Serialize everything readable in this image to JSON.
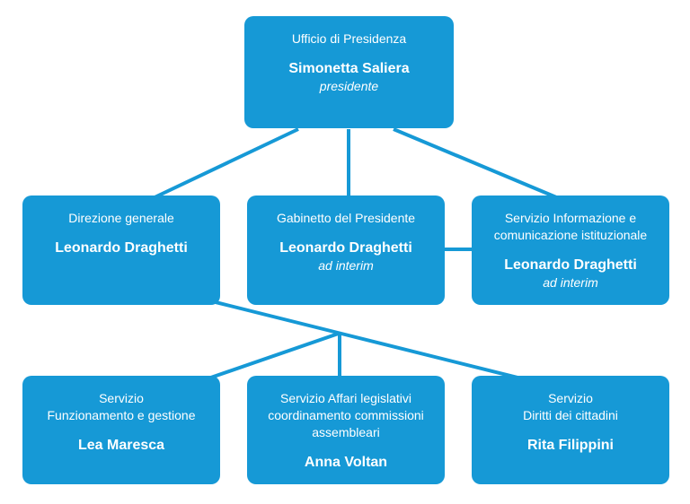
{
  "colors": {
    "box_fill": "#1699D6",
    "connector": "#1699D6",
    "text_on_box": "#FFFFFF",
    "page_background": "#FFFFFF"
  },
  "org_chart": {
    "root": {
      "title": "Ufficio di Presidenza",
      "name": "Simonetta Saliera",
      "role": "presidente"
    },
    "level2": [
      {
        "title": "Direzione generale",
        "name": "Leonardo Draghetti"
      },
      {
        "title": "Gabinetto del Presidente",
        "name": "Leonardo Draghetti",
        "role": "ad interim"
      },
      {
        "title": "Servizio Informazione e\ncomunicazione istituzionale",
        "name": "Leonardo Draghetti",
        "role": "ad interim"
      }
    ],
    "level3": [
      {
        "title": "Servizio\nFunzionamento e gestione",
        "name": "Lea Maresca"
      },
      {
        "title": "Servizio Affari legislativi\ncoordinamento commissioni\nassembleari",
        "name": "Anna Voltan"
      },
      {
        "title": "Servizio\nDiritti dei cittadini",
        "name": "Rita Filippini"
      }
    ]
  }
}
